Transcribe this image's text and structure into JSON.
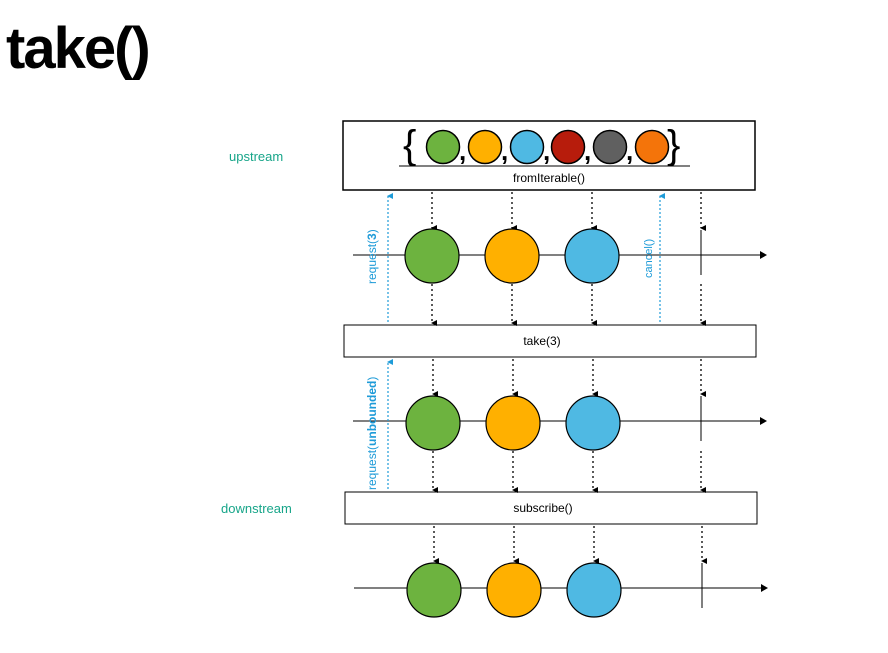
{
  "title": "take()",
  "labels": {
    "upstream": "upstream",
    "downstream": "downstream"
  },
  "boxes": {
    "source": "fromIterable()",
    "operator": "take(3)",
    "sink": "subscribe()"
  },
  "requests": {
    "upper_prefix": "request(",
    "upper_value": "3",
    "upper_suffix": ")",
    "lower_prefix": "request(",
    "lower_value": "unbounded",
    "lower_suffix": ")",
    "cancel": "cancel()"
  },
  "source_items": [
    "green",
    "orange",
    "blue",
    "red",
    "gray",
    "dark-orange"
  ],
  "emitted_items": [
    "green",
    "orange",
    "blue"
  ],
  "colors": {
    "green": "#6db33f",
    "orange": "#ffb000",
    "blue": "#4fb9e3",
    "red": "#b71c0c",
    "gray": "#606060",
    "dark-orange": "#f4740a",
    "request": "#1e9bd8",
    "label": "#17a589"
  }
}
